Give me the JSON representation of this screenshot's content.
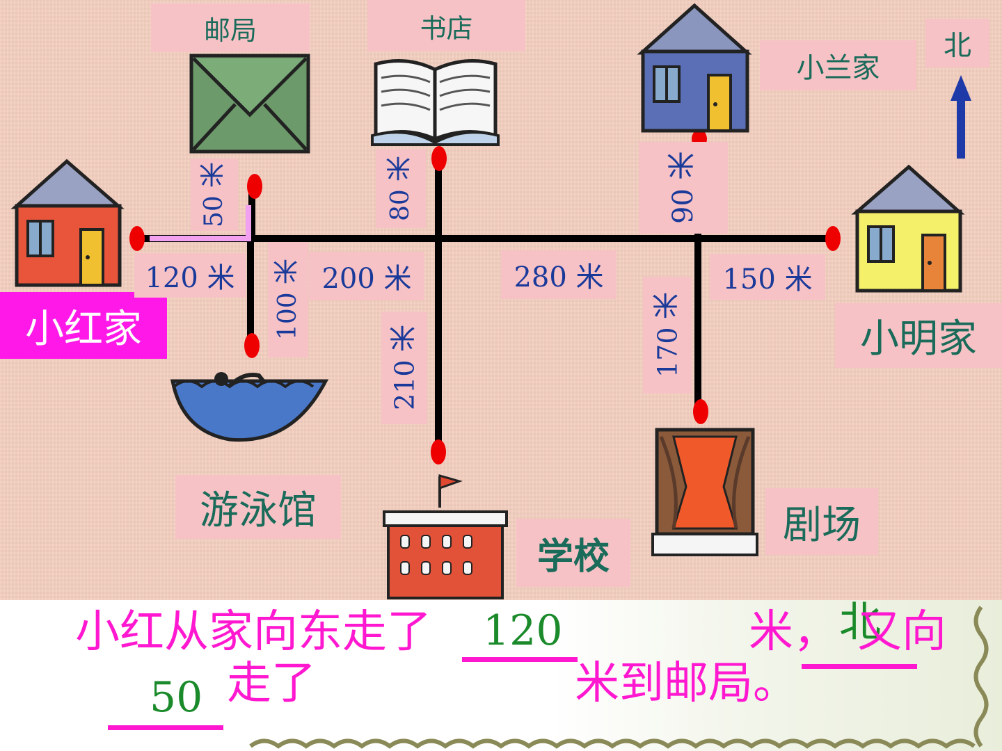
{
  "places": {
    "post_office": "邮局",
    "bookstore": "书店",
    "xiaolan_home": "小兰家",
    "north": "北",
    "xiaohong_home": "小红家",
    "xiaoming_home": "小明家",
    "pool": "游泳馆",
    "school": "学校",
    "theater": "剧场"
  },
  "distances": {
    "d50": "50 米",
    "d80": "80 米",
    "d90": "90 米",
    "d120": "120 米",
    "d100": "100 米",
    "d200": "200 米",
    "d280": "280 米",
    "d150": "150 米",
    "d210": "210 米",
    "d170": "170 米"
  },
  "question": {
    "part1": "小红从家向东走了",
    "part2": "米，",
    "part3": "又向",
    "part4": "走了",
    "part5": "米到邮局。",
    "answer_distance1": "120",
    "answer_direction": "北",
    "answer_distance2": "50"
  },
  "colors": {
    "map_bg": "#f3cfc0",
    "label_bg": "#f7c2c6",
    "distance_text": "#1a3a9a",
    "place_text": "#1a6b5a",
    "question_text": "#ff18d0",
    "answer_text": "#1a8a2a",
    "route_highlight": "#f2a0f0",
    "xiaohong_label_bg": "#ff18e8"
  }
}
